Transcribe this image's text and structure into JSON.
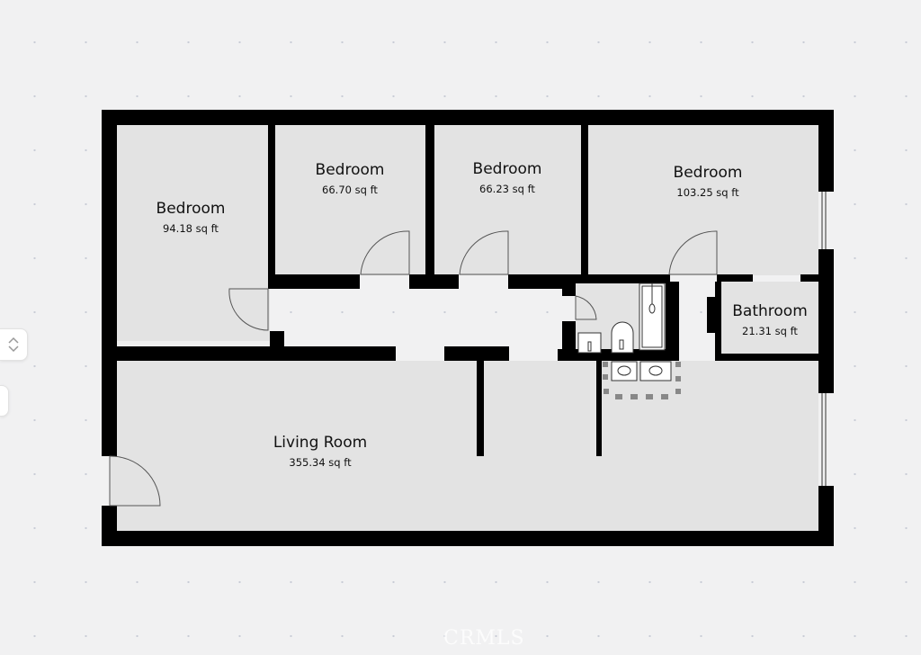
{
  "rooms": [
    {
      "name": "Bedroom",
      "area": "94.18 sq ft"
    },
    {
      "name": "Bedroom",
      "area": "66.70 sq ft"
    },
    {
      "name": "Bedroom",
      "area": "66.23 sq ft"
    },
    {
      "name": "Bedroom",
      "area": "103.25 sq ft"
    },
    {
      "name": "Bathroom",
      "area": "21.31 sq ft"
    },
    {
      "name": "Living Room",
      "area": "355.34 sq ft"
    }
  ],
  "watermark": "CRMLS",
  "colors": {
    "wall": "#000000",
    "room_fill": "#e3e3e3",
    "background": "#f1f1f2"
  }
}
